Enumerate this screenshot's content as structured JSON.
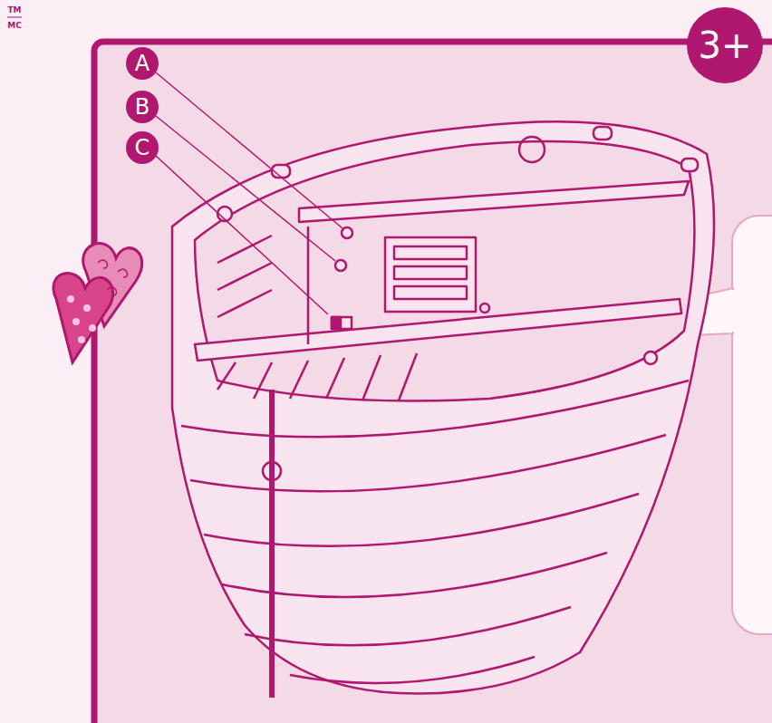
{
  "diagram": {
    "labels": [
      "TM",
      "MC",
      "A",
      "B",
      "C",
      "3+"
    ]
  }
}
